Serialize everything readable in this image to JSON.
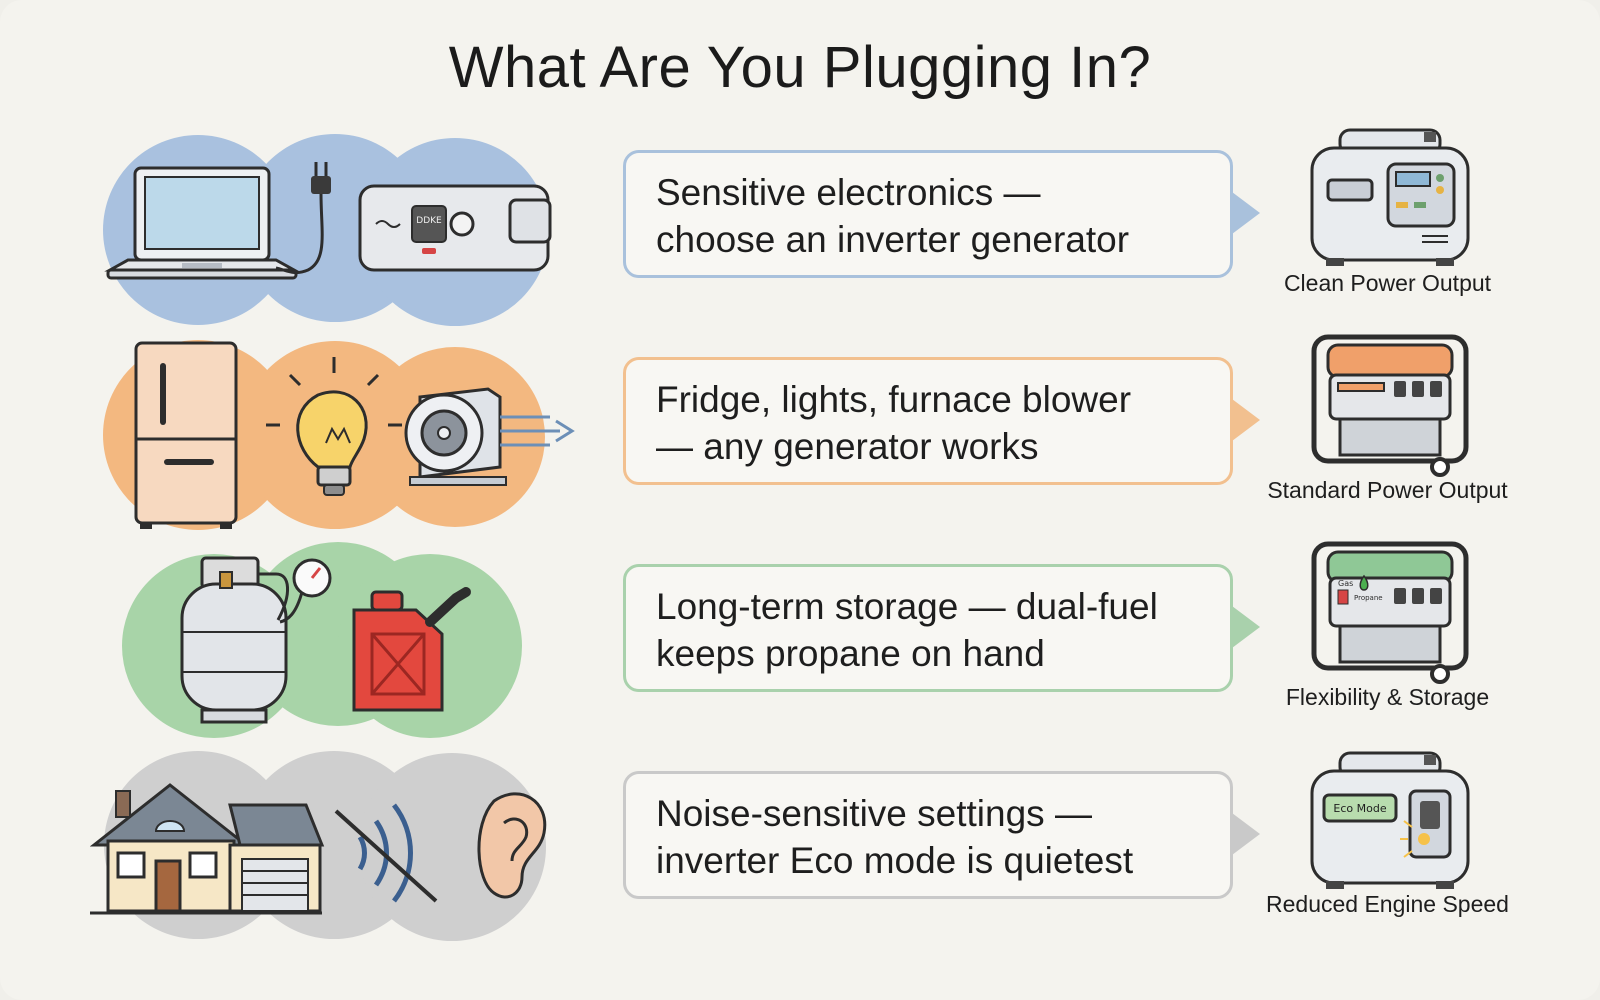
{
  "title": "What Are You Plugging In?",
  "rows": [
    {
      "line1": "Sensitive electronics —",
      "line2": "choose an inverter generator",
      "caption": "Clean Power Output",
      "accent": "#a9c1dc",
      "blob": "#a9c1df",
      "icons": [
        "laptop-icon",
        "plug-icon",
        "cpap-machine-icon",
        "inverter-generator-icon"
      ],
      "device_label": "DDKE"
    },
    {
      "line1": "Fridge, lights, furnace blower",
      "line2": "— any generator works",
      "caption": "Standard Power Output",
      "accent": "#f2c08f",
      "blob": "#f3b880",
      "icons": [
        "refrigerator-icon",
        "light-bulb-icon",
        "furnace-blower-icon",
        "open-frame-generator-icon"
      ]
    },
    {
      "line1": "Long-term storage — dual-fuel",
      "line2": "keeps propane on hand",
      "caption": "Flexibility & Storage",
      "accent": "#a9d1ac",
      "blob": "#a8d4a8",
      "icons": [
        "propane-tank-icon",
        "pressure-gauge-icon",
        "gas-can-icon",
        "dual-fuel-generator-icon"
      ],
      "gen_label_top": "Gas",
      "gen_label_bottom": "Propane"
    },
    {
      "line1": "Noise-sensitive settings —",
      "line2": "inverter Eco mode is quietest",
      "caption": "Reduced Engine Speed",
      "accent": "#c9c9c9",
      "blob": "#cfcfcf",
      "icons": [
        "house-icon",
        "muted-sound-icon",
        "ear-icon",
        "eco-mode-generator-icon"
      ],
      "gen_label": "Eco Mode"
    }
  ]
}
